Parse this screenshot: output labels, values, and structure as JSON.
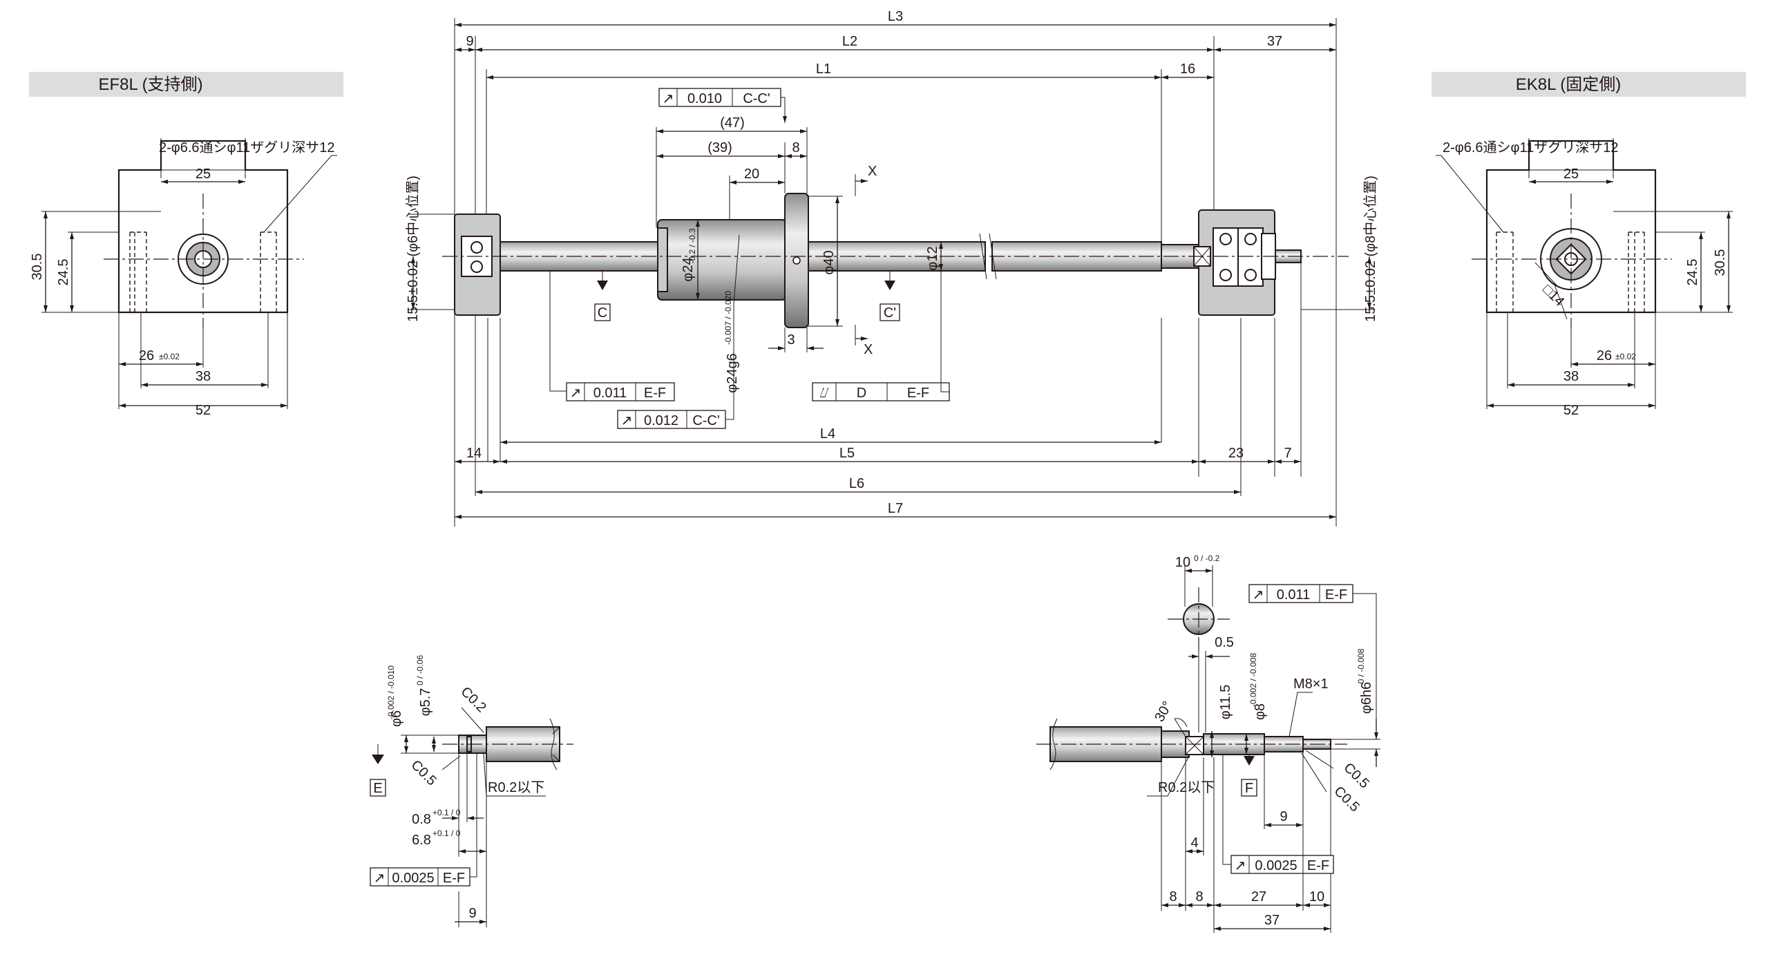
{
  "views": {
    "left_support": {
      "title": "EF8L (支持側)",
      "hole_note": "2-φ6.6通シφ11ザグリ深サ12",
      "dims": {
        "w25": "25",
        "h30_5": "30.5",
        "h24_5": "24.5",
        "w26": "26",
        "tol26": "±0.02",
        "w38": "38",
        "w52": "52"
      }
    },
    "right_fixed": {
      "title": "EK8L (固定側)",
      "hole_note": "2-φ6.6通シφ11ザグリ深サ12",
      "dims": {
        "w25": "25",
        "h30_5": "30.5",
        "h24_5": "24.5",
        "w26": "26",
        "tol26": "±0.02",
        "w38": "38",
        "w52": "52",
        "sq14": "□14"
      }
    }
  },
  "main": {
    "L3": "L3",
    "L2": "L2",
    "L1": "L1",
    "L4": "L4",
    "L5": "L5",
    "L6": "L6",
    "L7": "L7",
    "d9": "9",
    "d37": "37",
    "d16": "16",
    "d47": "(47)",
    "d39": "(39)",
    "d8": "8",
    "d20": "20",
    "d3": "3",
    "d14": "14",
    "d23": "23",
    "d7": "7",
    "dia40": "φ40",
    "dia12": "φ12",
    "dia24": "φ24",
    "dia24_tol": "-0.2 / -0.3",
    "dia24g6": "φ24g6",
    "dia24g6_tol": "-0.007 / -0.020",
    "center_left": "15.5±0.02 (φ6中心位置)",
    "center_right": "15.5±0.02 (φ8中心位置)",
    "datum_C": "C",
    "datum_C2": "C'",
    "section_X": "X",
    "tol_runout_010": {
      "sym": "↗",
      "val": "0.010",
      "ref": "C-C'"
    },
    "tol_runout_012": {
      "sym": "↗",
      "val": "0.012",
      "ref": "C-C'"
    },
    "tol_runout_011": {
      "sym": "↗",
      "val": "0.011",
      "ref": "E-F"
    },
    "tol_total": {
      "sym": "⌰",
      "val": "D",
      "ref": "E-F"
    }
  },
  "detail_left": {
    "dia6": "φ6",
    "dia6_tol": "-0.002 / -0.010",
    "dia5_7": "φ5.7",
    "dia5_7_tol": "0 / -0.06",
    "c02": "C0.2",
    "c05": "C0.5",
    "r02": "R0.2以下",
    "datum_E": "E",
    "d0_8": "0.8",
    "d0_8_tol": "+0.1 / 0",
    "d6_8": "6.8",
    "d6_8_tol": "+0.1 / 0",
    "d9": "9",
    "tol": {
      "sym": "↗",
      "val": "0.0025",
      "ref": "E-F"
    }
  },
  "detail_right": {
    "d10": "10",
    "d10_tol": "0 / -0.2",
    "d0_5": "0.5",
    "deg30": "30°",
    "dia11_5": "φ11.5",
    "dia8": "φ8",
    "dia8_tol": "-0.002 / -0.008",
    "m8": "M8×1",
    "dia6h6": "φ6h6",
    "dia6h6_tol": "0 / -0.008",
    "r02": "R0.2以下",
    "datum_F": "F",
    "c05a": "C0.5",
    "c05b": "C0.5",
    "d9": "9",
    "d4": "4",
    "d8a": "8",
    "d8b": "8",
    "d27": "27",
    "d10b": "10",
    "d37": "37",
    "tol_top": {
      "sym": "↗",
      "val": "0.011",
      "ref": "E-F"
    },
    "tol_bot": {
      "sym": "↗",
      "val": "0.0025",
      "ref": "E-F"
    }
  }
}
